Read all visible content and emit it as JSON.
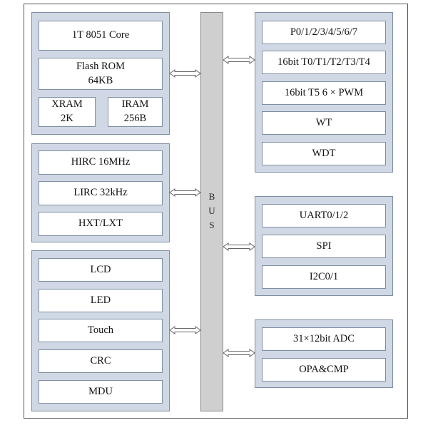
{
  "diagram": {
    "bus_label": [
      "B",
      "U",
      "S"
    ],
    "core_group": {
      "core": "1T 8051 Core",
      "flash": "Flash ROM\n64KB",
      "xram": "XRAM\n2K",
      "iram": "IRAM\n256B"
    },
    "clock_group": [
      "HIRC 16MHz",
      "LIRC 32kHz",
      "HXT/LXT"
    ],
    "peripheral_group": [
      "LCD",
      "LED",
      "Touch",
      "CRC",
      "MDU"
    ],
    "io_timer_group": [
      "P0/1/2/3/4/5/6/7",
      "16bit  T0/T1/T2/T3/T4",
      "16bit T5  6 × PWM",
      "WT",
      "WDT"
    ],
    "comm_group": [
      "UART0/1/2",
      "SPI",
      "I2C0/1"
    ],
    "analog_group": [
      "31×12bit ADC",
      "OPA&CMP"
    ]
  }
}
